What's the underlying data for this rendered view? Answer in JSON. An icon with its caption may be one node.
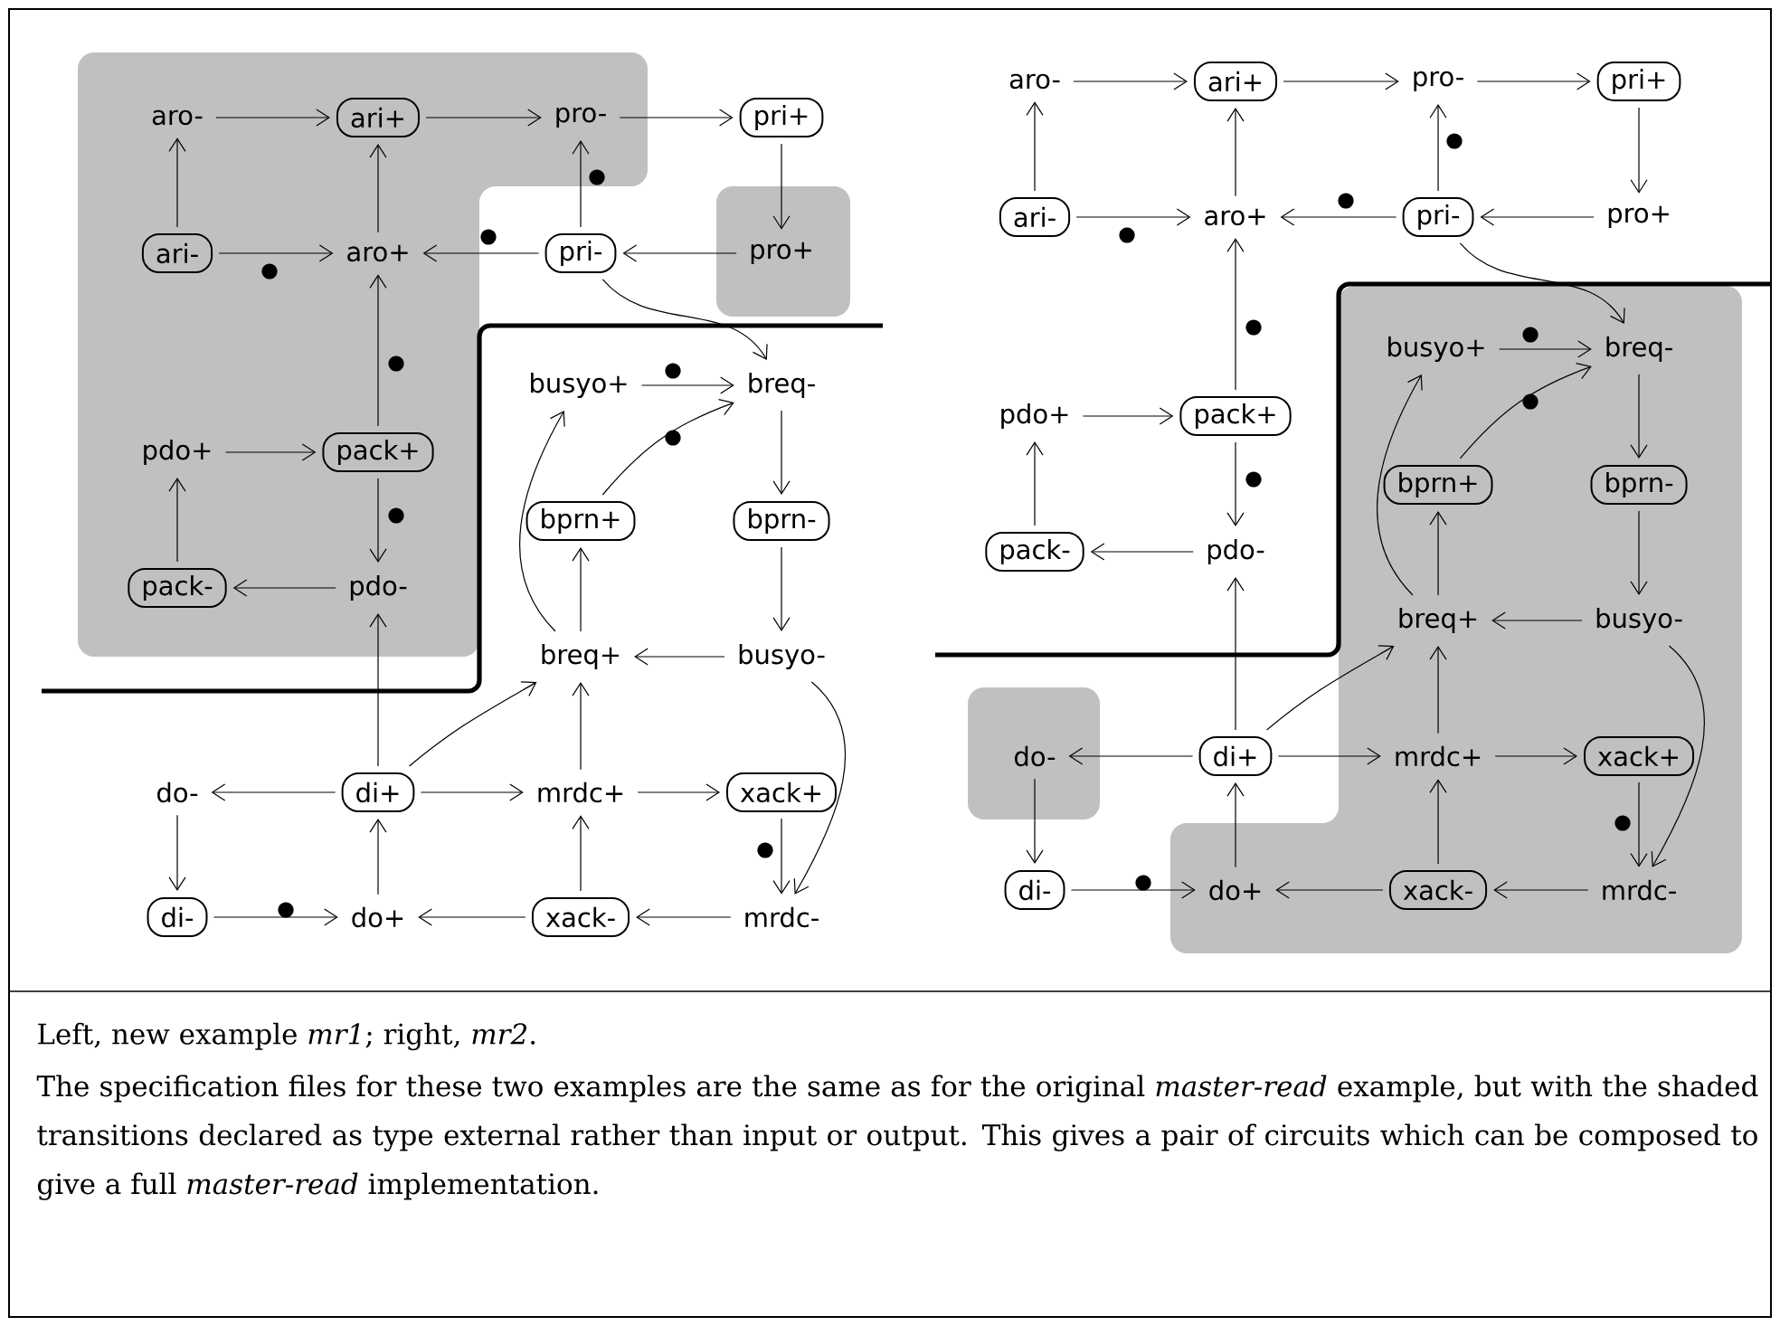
{
  "diagram": {
    "caption": "Left, new example *mr1*; right, *mr2*.",
    "nodes": [
      {
        "text": [
          "aro-"
        ]
      },
      {
        "text": [
          "ari+"
        ]
      },
      {
        "text": [
          "pro-"
        ]
      },
      {
        "text": [
          "pri+"
        ]
      },
      {
        "text": [
          "ari-"
        ]
      },
      {
        "text": [
          "aro+"
        ]
      },
      {
        "text": [
          "pri-"
        ]
      },
      {
        "text": [
          "pro+"
        ]
      },
      {
        "text": [
          "busyo+"
        ]
      },
      {
        "text": [
          "breq-"
        ]
      },
      {
        "text": [
          "pdo+"
        ]
      },
      {
        "text": [
          "pack+"
        ]
      },
      {
        "text": [
          "bprn+"
        ]
      },
      {
        "text": [
          "bprn-"
        ]
      },
      {
        "text": [
          "pack-"
        ]
      },
      {
        "text": [
          "pdo-"
        ]
      },
      {
        "text": [
          "breq+"
        ]
      },
      {
        "text": [
          "busyo-"
        ]
      },
      {
        "text": [
          "do-"
        ]
      },
      {
        "text": [
          "di+"
        ]
      },
      {
        "text": [
          "mrdc+"
        ]
      },
      {
        "text": [
          "xack+"
        ]
      },
      {
        "text": [
          "di-"
        ]
      },
      {
        "text": [
          "do+"
        ]
      },
      {
        "text": [
          "xack-"
        ]
      },
      {
        "text": [
          "mrdc-"
        ]
      },
      {
        "text": [
          "aro-"
        ]
      },
      {
        "text": [
          "ari+"
        ]
      },
      {
        "text": [
          "pro-"
        ]
      },
      {
        "text": [
          "pri+"
        ]
      },
      {
        "text": [
          "ari-"
        ]
      },
      {
        "text": [
          "aro+"
        ]
      },
      {
        "text": [
          "pri-"
        ]
      },
      {
        "text": [
          "pro+"
        ]
      },
      {
        "text": [
          "busyo+"
        ]
      },
      {
        "text": [
          "breq-"
        ]
      },
      {
        "text": [
          "pdo+"
        ]
      },
      {
        "text": [
          "pack+"
        ]
      },
      {
        "text": [
          "bprn+"
        ]
      },
      {
        "text": [
          "bprn-"
        ]
      },
      {
        "text": [
          "pack-"
        ]
      },
      {
        "text": [
          "pdo-"
        ]
      },
      {
        "text": [
          "breq+"
        ]
      },
      {
        "text": [
          "busyo-"
        ]
      },
      {
        "text": [
          "do-"
        ]
      },
      {
        "text": [
          "di+"
        ]
      },
      {
        "text": [
          "mrdc+"
        ]
      },
      {
        "text": [
          "xack+"
        ]
      },
      {
        "text": [
          "di-"
        ]
      },
      {
        "text": [
          "do+"
        ]
      },
      {
        "text": [
          "xack-"
        ]
      },
      {
        "text": [
          "mrdc-"
        ]
      }
    ],
    "edges": [
      {
        "from": 0,
        "to": 1,
        "arrow": "to"
      },
      {
        "from": 1,
        "to": 2,
        "arrow": "to"
      },
      {
        "from": 2,
        "to": 3,
        "arrow": "to"
      },
      {
        "from": 4,
        "to": 0,
        "arrow": "to"
      },
      {
        "from": 5,
        "to": 1,
        "arrow": "to"
      },
      {
        "from": 6,
        "to": 2,
        "arrow": "to"
      },
      {
        "from": 3,
        "to": 7,
        "arrow": "to"
      },
      {
        "from": 4,
        "to": 5,
        "arrow": "to"
      },
      {
        "from": 6,
        "to": 5,
        "arrow": "to"
      },
      {
        "from": 7,
        "to": 6,
        "arrow": "to"
      },
      {
        "from": 6,
        "to": 9,
        "arrow": "to"
      },
      {
        "from": 8,
        "to": 9,
        "arrow": "to"
      },
      {
        "from": 11,
        "to": 5,
        "arrow": "to"
      },
      {
        "from": 10,
        "to": 11,
        "arrow": "to"
      },
      {
        "from": 12,
        "to": 9,
        "arrow": "to"
      },
      {
        "from": 9,
        "to": 13,
        "arrow": "to"
      },
      {
        "from": 11,
        "to": 15,
        "arrow": "to"
      },
      {
        "from": 14,
        "to": 10,
        "arrow": "to"
      },
      {
        "from": 15,
        "to": 14,
        "arrow": "to"
      },
      {
        "from": 16,
        "to": 12,
        "arrow": "to"
      },
      {
        "from": 13,
        "to": 17,
        "arrow": "to"
      },
      {
        "from": 17,
        "to": 16,
        "arrow": "to"
      },
      {
        "from": 16,
        "to": 8,
        "arrow": "to"
      },
      {
        "from": 19,
        "to": 15,
        "arrow": "to"
      },
      {
        "from": 19,
        "to": 16,
        "arrow": "to"
      },
      {
        "from": 20,
        "to": 16,
        "arrow": "to"
      },
      {
        "from": 17,
        "to": 25,
        "arrow": "to"
      },
      {
        "from": 19,
        "to": 18,
        "arrow": "to"
      },
      {
        "from": 19,
        "to": 20,
        "arrow": "to"
      },
      {
        "from": 20,
        "to": 21,
        "arrow": "to"
      },
      {
        "from": 18,
        "to": 22,
        "arrow": "to"
      },
      {
        "from": 21,
        "to": 25,
        "arrow": "to"
      },
      {
        "from": 22,
        "to": 23,
        "arrow": "to"
      },
      {
        "from": 23,
        "to": 19,
        "arrow": "to"
      },
      {
        "from": 24,
        "to": 23,
        "arrow": "to"
      },
      {
        "from": 24,
        "to": 20,
        "arrow": "to"
      },
      {
        "from": 25,
        "to": 24,
        "arrow": "to"
      },
      {
        "from": 26,
        "to": 27,
        "arrow": "to"
      },
      {
        "from": 27,
        "to": 28,
        "arrow": "to"
      },
      {
        "from": 28,
        "to": 29,
        "arrow": "to"
      },
      {
        "from": 30,
        "to": 26,
        "arrow": "to"
      },
      {
        "from": 31,
        "to": 27,
        "arrow": "to"
      },
      {
        "from": 32,
        "to": 28,
        "arrow": "to"
      },
      {
        "from": 29,
        "to": 33,
        "arrow": "to"
      },
      {
        "from": 30,
        "to": 31,
        "arrow": "to"
      },
      {
        "from": 32,
        "to": 31,
        "arrow": "to"
      },
      {
        "from": 33,
        "to": 32,
        "arrow": "to"
      },
      {
        "from": 32,
        "to": 35,
        "arrow": "to"
      },
      {
        "from": 34,
        "to": 35,
        "arrow": "to"
      },
      {
        "from": 37,
        "to": 31,
        "arrow": "to"
      },
      {
        "from": 36,
        "to": 37,
        "arrow": "to"
      },
      {
        "from": 38,
        "to": 35,
        "arrow": "to"
      },
      {
        "from": 35,
        "to": 39,
        "arrow": "to"
      },
      {
        "from": 37,
        "to": 41,
        "arrow": "to"
      },
      {
        "from": 40,
        "to": 36,
        "arrow": "to"
      },
      {
        "from": 41,
        "to": 40,
        "arrow": "to"
      },
      {
        "from": 42,
        "to": 38,
        "arrow": "to"
      },
      {
        "from": 39,
        "to": 43,
        "arrow": "to"
      },
      {
        "from": 43,
        "to": 42,
        "arrow": "to"
      },
      {
        "from": 42,
        "to": 34,
        "arrow": "to"
      },
      {
        "from": 45,
        "to": 41,
        "arrow": "to"
      },
      {
        "from": 45,
        "to": 42,
        "arrow": "to"
      },
      {
        "from": 46,
        "to": 42,
        "arrow": "to"
      },
      {
        "from": 43,
        "to": 51,
        "arrow": "to"
      },
      {
        "from": 45,
        "to": 44,
        "arrow": "to"
      },
      {
        "from": 45,
        "to": 46,
        "arrow": "to"
      },
      {
        "from": 46,
        "to": 47,
        "arrow": "to"
      },
      {
        "from": 44,
        "to": 48,
        "arrow": "to"
      },
      {
        "from": 47,
        "to": 51,
        "arrow": "to"
      },
      {
        "from": 48,
        "to": 49,
        "arrow": "to"
      },
      {
        "from": 49,
        "to": 45,
        "arrow": "to"
      },
      {
        "from": 50,
        "to": 49,
        "arrow": "to"
      },
      {
        "from": 50,
        "to": 46,
        "arrow": "to"
      },
      {
        "from": 51,
        "to": 50,
        "arrow": "to"
      }
    ],
    "labels": [
      "The specification files for these two examples are the same as for the original *master-read* example, but with the shaded transitions declared as type external rather than input or output.  This gives a pair of circuits which can be composed to give a full *master-read* implementation."
    ]
  }
}
